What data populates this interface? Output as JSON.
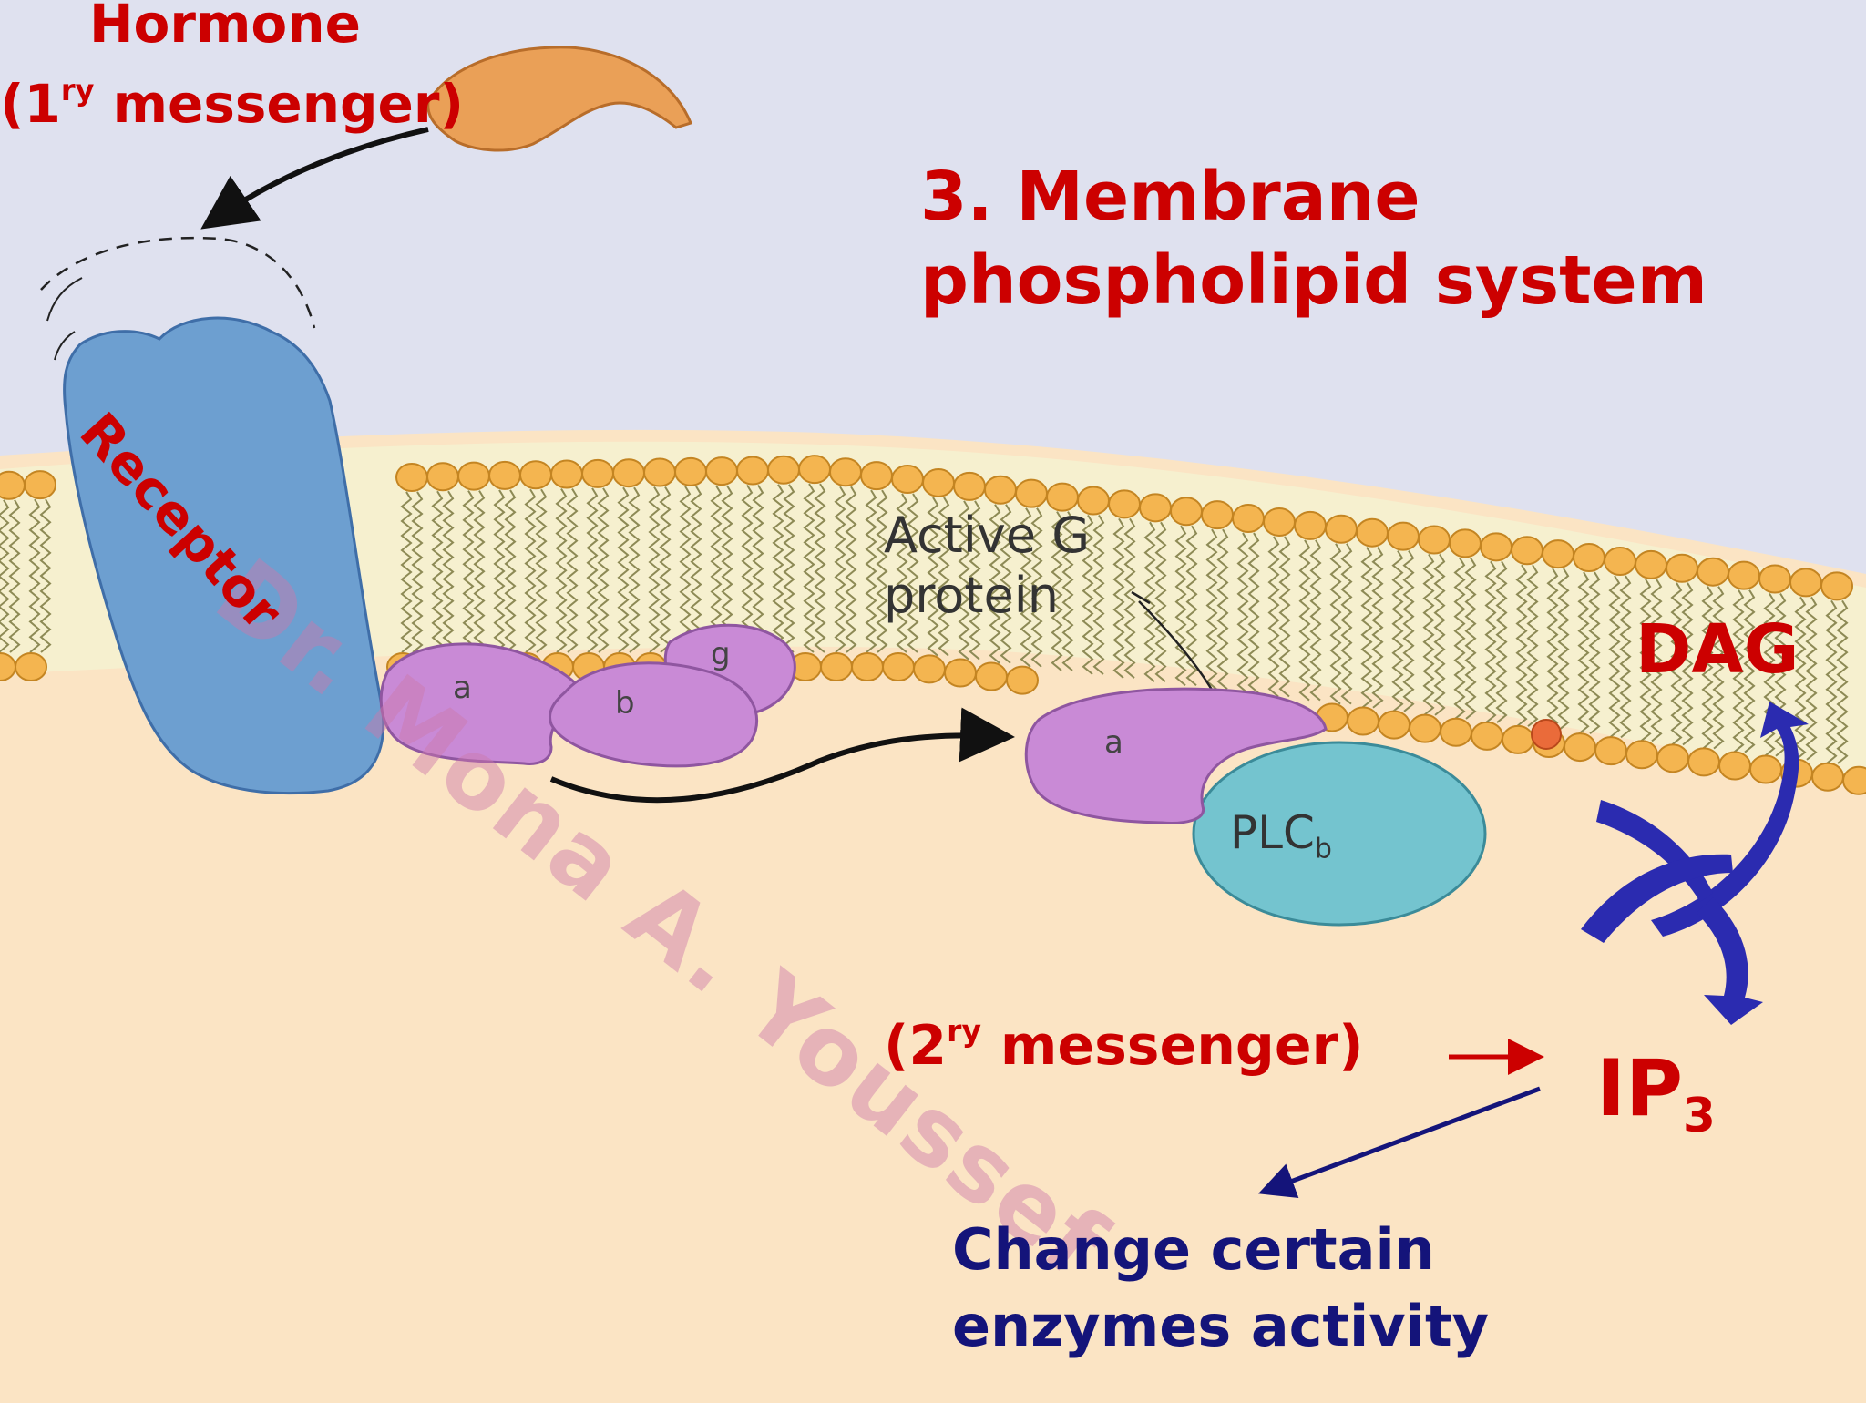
{
  "title": {
    "line1": "3. Membrane",
    "line2": "phospholipid system"
  },
  "hormone": {
    "name": "Hormone",
    "role_prefix": "(1",
    "role_sup": "ry",
    "role_suffix": " messenger)"
  },
  "receptor": {
    "label": "Receptor"
  },
  "g_protein": {
    "label_line1": "Active G",
    "label_line2": "protein",
    "subunits": [
      "a",
      "b",
      "g"
    ],
    "active_subunit": "a"
  },
  "plc": {
    "label": "PLC",
    "sub": "b"
  },
  "dag": {
    "label": "DAG"
  },
  "ip3": {
    "label": "IP",
    "sub": "3"
  },
  "second_messenger": {
    "prefix": "(2",
    "sup": "ry",
    "suffix": " messenger)"
  },
  "effect": {
    "line1": "Change certain",
    "line2": "enzymes activity"
  },
  "watermark": "Dr. Mona A. Youssef",
  "colors": {
    "extracellular": "#dfe1ef",
    "cytoplasm": "#fbe4c4",
    "membrane_core": "#f6f0cf",
    "lipid_head": "#f4b550",
    "receptor": "#6d9fd0",
    "g_protein": "#c98ad6",
    "plc": "#74c4cf",
    "hormone": "#eaa057",
    "label_red": "#cc0000",
    "label_navy": "#14147a",
    "swirl": "#2b2bb0"
  }
}
